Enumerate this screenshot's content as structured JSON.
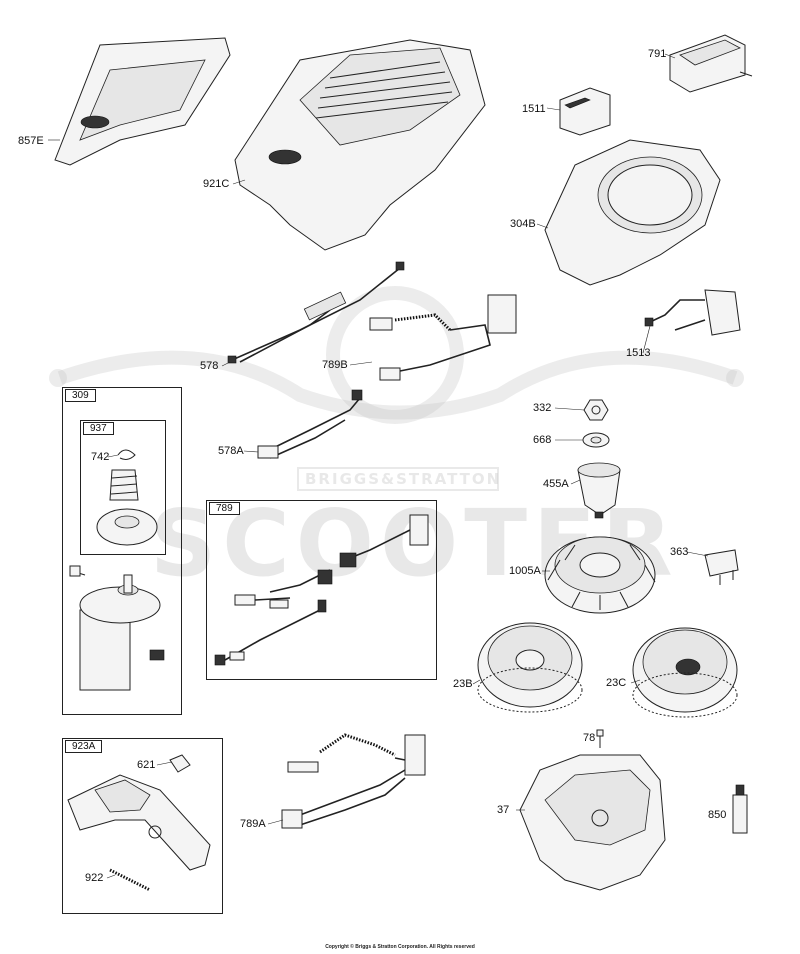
{
  "labels": {
    "p857E": "857E",
    "p921C": "921C",
    "p791": "791",
    "p1511": "1511",
    "p304B": "304B",
    "p578": "578",
    "p789B": "789B",
    "p1513": "1513",
    "p309": "309",
    "p937": "937",
    "p742": "742",
    "p578A": "578A",
    "p332": "332",
    "p668": "668",
    "p455A": "455A",
    "p789": "789",
    "p363": "363",
    "p1005A": "1005A",
    "p23B": "23B",
    "p23C": "23C",
    "p923A": "923A",
    "p621": "621",
    "p922": "922",
    "p789A": "789A",
    "p78": "78",
    "p37": "37",
    "p850": "850"
  },
  "watermark": {
    "brand": "BRIGGS&STRATTON",
    "site": "SCOOTER"
  },
  "copyright": "Copyright © Briggs & Stratton Corporation. All Rights reserved"
}
